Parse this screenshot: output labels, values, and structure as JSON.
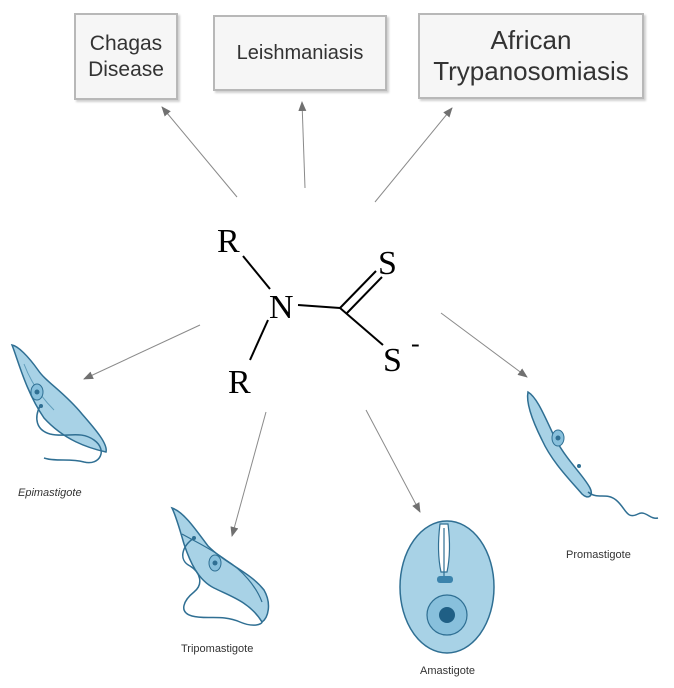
{
  "diseases": {
    "chagas": "Chagas\nDisease",
    "leishmaniasis": "Leishmaniasis",
    "african": "African\nTrypanosomiasis"
  },
  "molecule": {
    "r_top": "R",
    "r_bottom": "R",
    "nitrogen": "N",
    "sulfur_double": "S",
    "sulfur_single": "S",
    "charge": "-"
  },
  "stages": {
    "epimastigote": "Epimastigote",
    "tripomastigote": "Tripomastigote",
    "amastigote": "Amastigote",
    "promastigote": "Promastigote"
  },
  "colors": {
    "cell_fill": "#a8d2e6",
    "cell_stroke": "#2f6f93",
    "arrow": "#808080"
  }
}
